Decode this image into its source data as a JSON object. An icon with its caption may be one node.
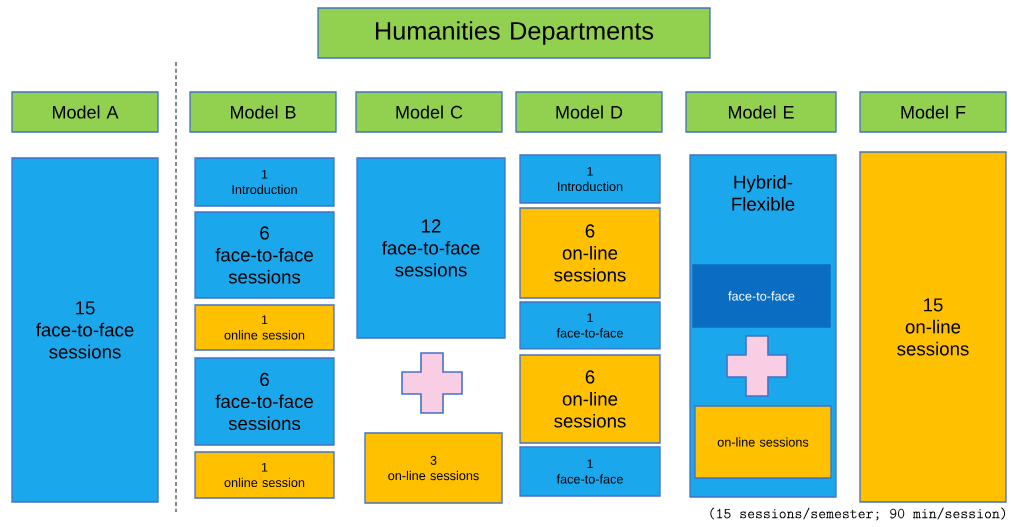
{
  "diagram": {
    "nodes": [
      {
        "text": [
          "Humanities Departments"
        ]
      },
      {
        "text": [
          "Model A"
        ]
      },
      {
        "text": [
          "Model B"
        ]
      },
      {
        "text": [
          "Model C"
        ]
      },
      {
        "text": [
          "Model D"
        ]
      },
      {
        "text": [
          "Model E"
        ]
      },
      {
        "text": [
          "Model F"
        ]
      },
      {
        "text": [
          "15",
          "face-to-face sessions"
        ]
      },
      {
        "text": [
          "1",
          "Introduction"
        ]
      },
      {
        "text": [
          "6",
          "face-to-face sessions"
        ]
      },
      {
        "text": [
          "1",
          "online session"
        ]
      },
      {
        "text": [
          "6",
          "face-to-face sessions"
        ]
      },
      {
        "text": [
          "1",
          "online session"
        ]
      },
      {
        "text": [
          "12",
          "face-to-face sessions"
        ]
      },
      {
        "text": [
          "3",
          "on-line sessions"
        ]
      },
      {
        "text": [
          "1",
          "Introduction"
        ]
      },
      {
        "text": [
          "6",
          "on-line sessions"
        ]
      },
      {
        "text": [
          "1",
          "face-to-face"
        ]
      },
      {
        "text": [
          "6",
          "on-line sessions"
        ]
      },
      {
        "text": [
          "1",
          "face-to-face"
        ]
      },
      {
        "text": [
          "Hybrid-Flexible"
        ]
      },
      {
        "text": [
          "face-to-face"
        ],
        "in": 20
      },
      {
        "text": [
          "on-line sessions"
        ],
        "in": 20
      },
      {
        "text": [
          "15",
          "on-line sessions"
        ]
      }
    ],
    "labels": [
      "(15 sessions/semester; 90 min/session)"
    ]
  }
}
